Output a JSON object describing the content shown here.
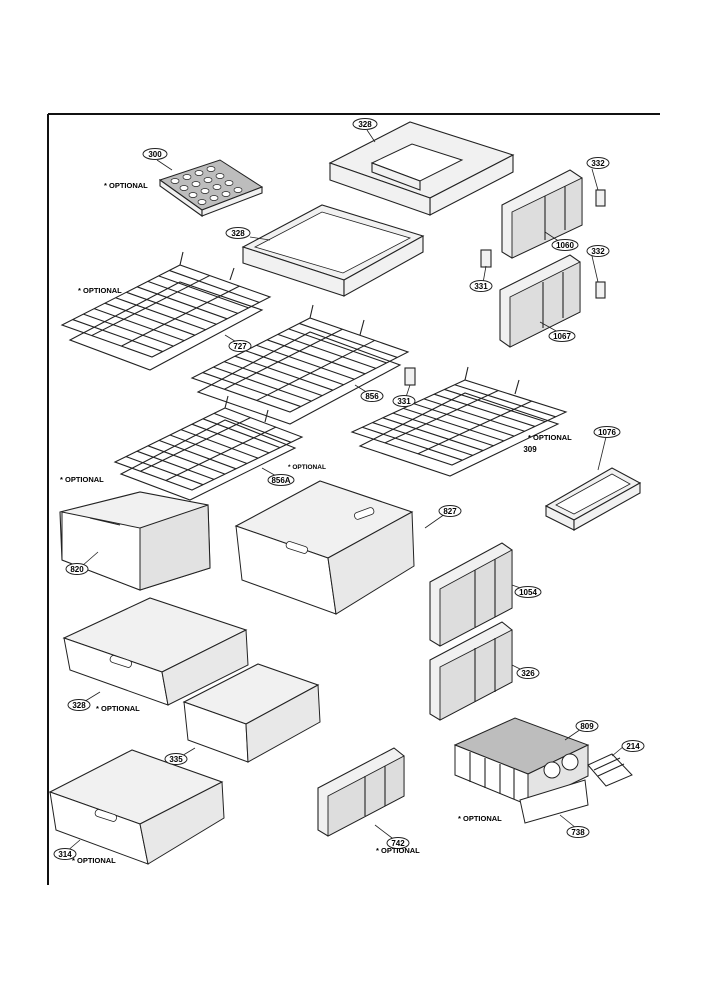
{
  "callouts": {
    "c300": "300",
    "c328_top": "328",
    "c328_tray": "328",
    "c332_a": "332",
    "c332_b": "332",
    "c1060": "1060",
    "c1067": "1067",
    "c331_a": "331",
    "c331_b": "331",
    "c727": "727",
    "c856": "856",
    "c856a": "856A",
    "c1076": "1076",
    "c309": "309",
    "c820": "820",
    "c827": "827",
    "c1054": "1054",
    "c326": "326",
    "c328_pan": "328",
    "c335": "335",
    "c809": "809",
    "c214": "214",
    "c738": "738",
    "c742": "742",
    "c314": "314"
  },
  "optional_label": "* OPTIONAL",
  "optional_short": "* OPTIONAL"
}
